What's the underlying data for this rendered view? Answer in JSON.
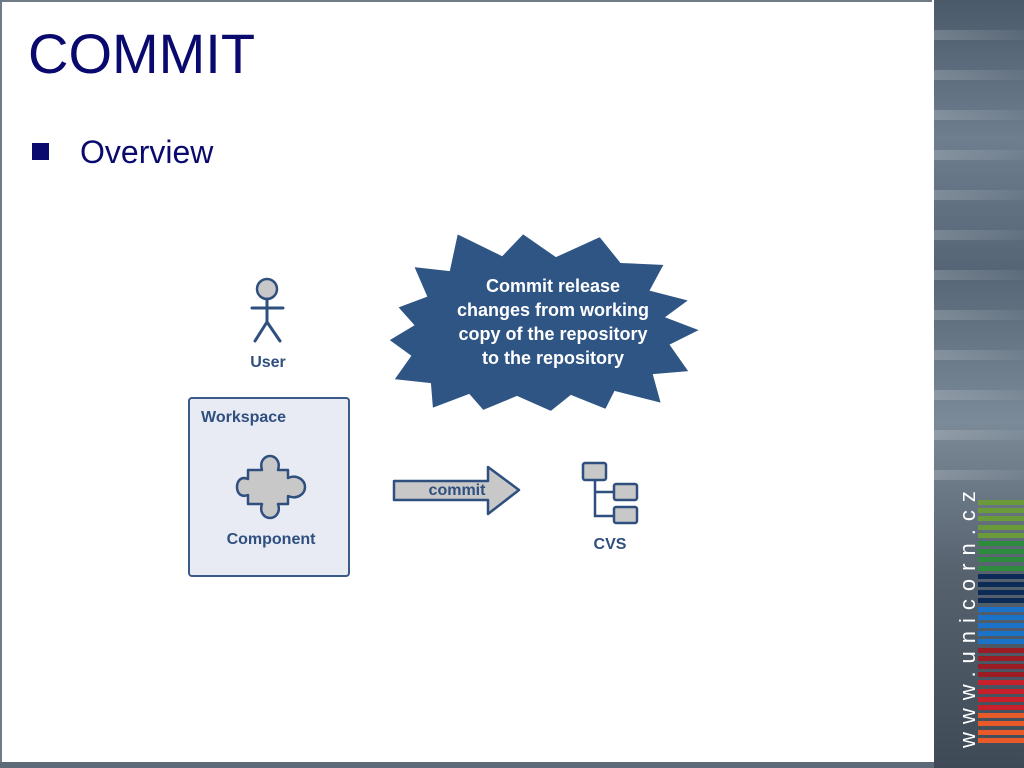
{
  "slide": {
    "title": "COMMIT",
    "bullets": [
      "Overview"
    ]
  },
  "diagram": {
    "user_label": "User",
    "workspace_label": "Workspace",
    "component_label": "Component",
    "arrow_label": "commit",
    "repo_label": "CVS",
    "callout_lines": [
      "Commit release",
      "changes from working",
      "copy of the repository",
      "to the repository"
    ]
  },
  "branding": {
    "url": "www.unicorn.cz",
    "stripe_colors": [
      "#6a9a3a",
      "#2e8b3e",
      "#0b2a55",
      "#1a73c9",
      "#9b1c22",
      "#c8202a",
      "#e85a2a"
    ]
  },
  "colors": {
    "title": "#0a0a6e",
    "diagram_blue": "#2f4f7f",
    "burst_fill": "#2f5585",
    "icon_gray": "#c8c8c8",
    "workspace_fill": "#e8ebf4"
  }
}
